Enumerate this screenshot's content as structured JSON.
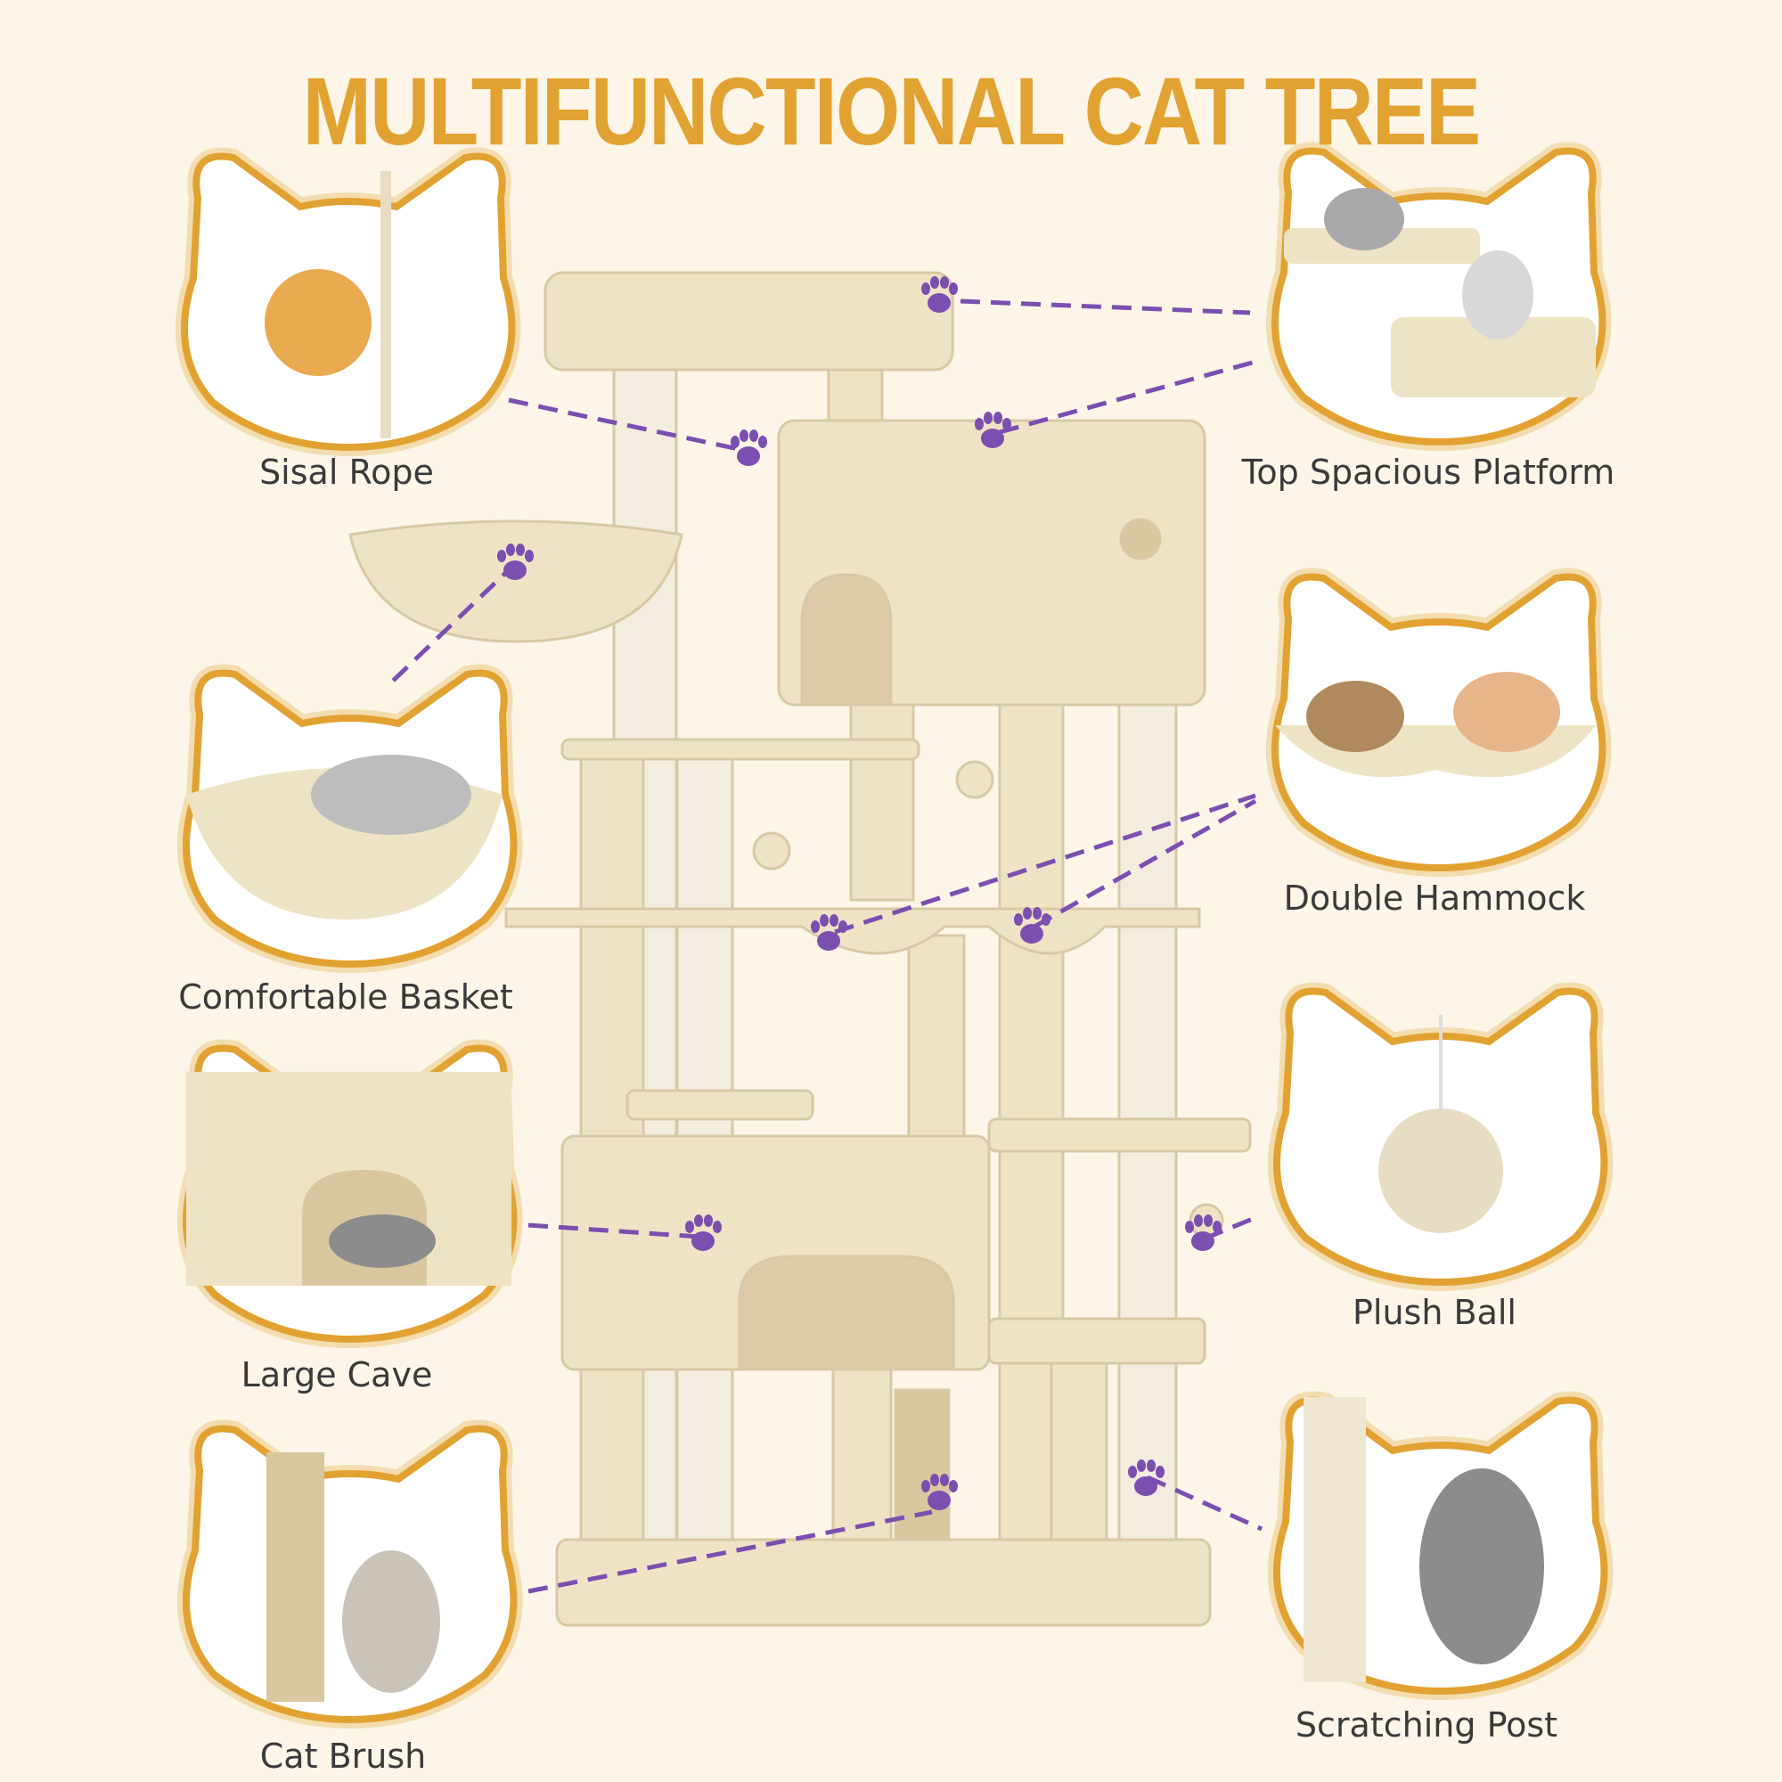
{
  "title": "MULTIFUNCTIONAL CAT TREE",
  "features": [
    {
      "label": "Sisal Rope"
    },
    {
      "label": "Top Spacious Platform"
    },
    {
      "label": "Comfortable Basket"
    },
    {
      "label": "Double Hammock"
    },
    {
      "label": "Large Cave"
    },
    {
      "label": "Plush Ball"
    },
    {
      "label": "Cat Brush"
    },
    {
      "label": "Scratching Post"
    }
  ],
  "colors": {
    "title": "#E2A231",
    "frame": "#E2A231",
    "paw": "#7B4FB0",
    "plush": "#EFE3C6",
    "background": "#FCF5E8"
  }
}
